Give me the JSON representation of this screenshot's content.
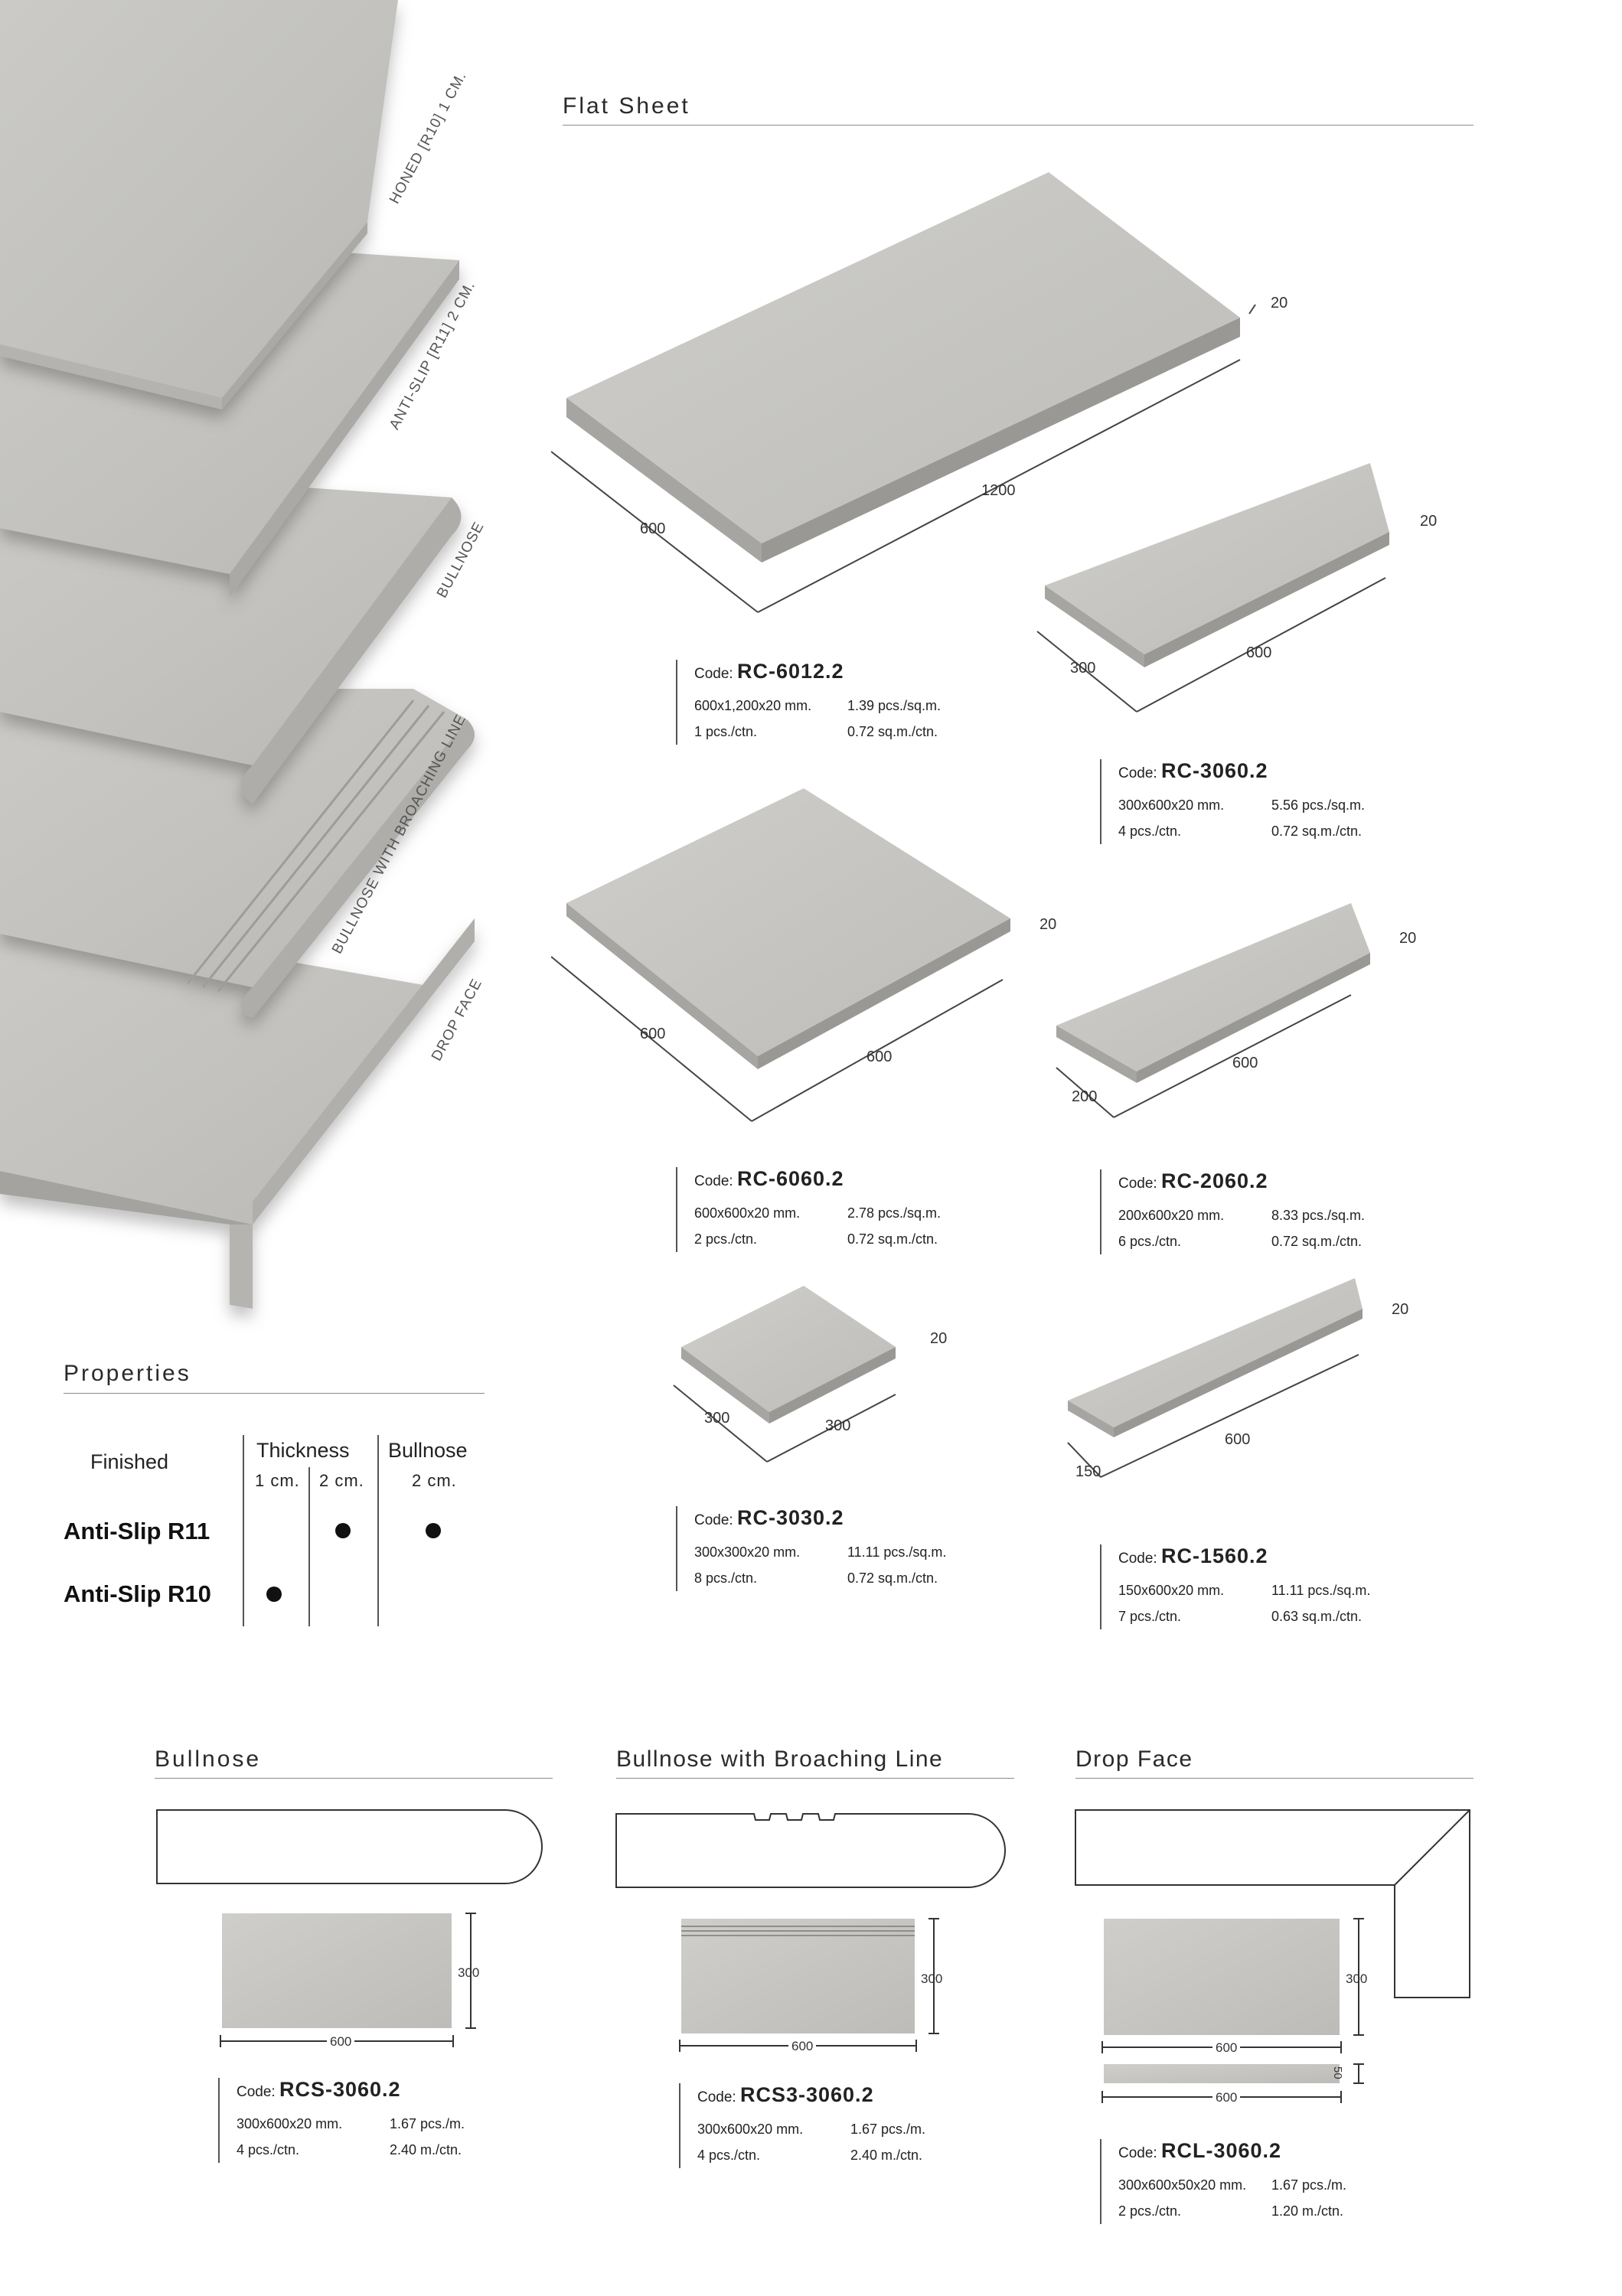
{
  "headers": {
    "flat_sheet": "Flat Sheet",
    "properties": "Properties",
    "bullnose": "Bullnose",
    "broaching": "Bullnose with Broaching Line",
    "drop_face": "Drop Face"
  },
  "illustration_labels": {
    "honed": "HONED [R10] 1 CM.",
    "antislip": "ANTI-SLIP [R11] 2 CM.",
    "bullnose": "BULLNOSE",
    "broaching": "BULLNOSE WITH BROACHING LINE",
    "drop": "DROP FACE"
  },
  "code_prefix": "Code:",
  "flat_products": [
    {
      "code": "RC-6012.2",
      "size": "600x1,200x20 mm.",
      "pcs_sqm": "1.39 pcs./sq.m.",
      "pcs_ctn": "1 pcs./ctn.",
      "sqm_ctn": "0.72 sq.m./ctn.",
      "dims": [
        "600",
        "1200",
        "20"
      ]
    },
    {
      "code": "RC-3060.2",
      "size": "300x600x20 mm.",
      "pcs_sqm": "5.56 pcs./sq.m.",
      "pcs_ctn": "4 pcs./ctn.",
      "sqm_ctn": "0.72 sq.m./ctn.",
      "dims": [
        "300",
        "600",
        "20"
      ]
    },
    {
      "code": "RC-6060.2",
      "size": "600x600x20 mm.",
      "pcs_sqm": "2.78 pcs./sq.m.",
      "pcs_ctn": "2 pcs./ctn.",
      "sqm_ctn": "0.72 sq.m./ctn.",
      "dims": [
        "600",
        "600",
        "20"
      ]
    },
    {
      "code": "RC-2060.2",
      "size": "200x600x20 mm.",
      "pcs_sqm": "8.33 pcs./sq.m.",
      "pcs_ctn": "6 pcs./ctn.",
      "sqm_ctn": "0.72 sq.m./ctn.",
      "dims": [
        "200",
        "600",
        "20"
      ]
    },
    {
      "code": "RC-3030.2",
      "size": "300x300x20 mm.",
      "pcs_sqm": "11.11 pcs./sq.m.",
      "pcs_ctn": "8 pcs./ctn.",
      "sqm_ctn": "0.72 sq.m./ctn.",
      "dims": [
        "300",
        "300",
        "20"
      ]
    },
    {
      "code": "RC-1560.2",
      "size": "150x600x20 mm.",
      "pcs_sqm": "11.11 pcs./sq.m.",
      "pcs_ctn": "7 pcs./ctn.",
      "sqm_ctn": "0.63 sq.m./ctn.",
      "dims": [
        "150",
        "600",
        "20"
      ]
    }
  ],
  "properties": {
    "col_finished": "Finished",
    "col_thickness": "Thickness",
    "col_bullnose": "Bullnose",
    "sub_1cm": "1 cm.",
    "sub_2cm": "2 cm.",
    "sub_bull_2cm": "2 cm.",
    "rows": [
      {
        "name": "Anti-Slip R11",
        "t1": false,
        "t2": true,
        "bull": true
      },
      {
        "name": "Anti-Slip R10",
        "t1": true,
        "t2": false,
        "bull": false
      }
    ]
  },
  "edge_products": [
    {
      "code": "RCS-3060.2",
      "size": "300x600x20 mm.",
      "pcs_m": "1.67 pcs./m.",
      "pcs_ctn": "4 pcs./ctn.",
      "m_ctn": "2.40 m./ctn.",
      "w": "600",
      "h": "300"
    },
    {
      "code": "RCS3-3060.2",
      "size": "300x600x20 mm.",
      "pcs_m": "1.67 pcs./m.",
      "pcs_ctn": "4 pcs./ctn.",
      "m_ctn": "2.40 m./ctn.",
      "w": "600",
      "h": "300"
    },
    {
      "code": "RCL-3060.2",
      "size": "300x600x50x20 mm.",
      "pcs_m": "1.67 pcs./m.",
      "pcs_ctn": "2 pcs./ctn.",
      "m_ctn": "1.20 m./ctn.",
      "w": "600",
      "h": "300",
      "w2": "600",
      "h2": "50"
    }
  ],
  "colors": {
    "stone": "#c4c3c0",
    "edge": "#a9a8a4",
    "ink": "#222222"
  }
}
